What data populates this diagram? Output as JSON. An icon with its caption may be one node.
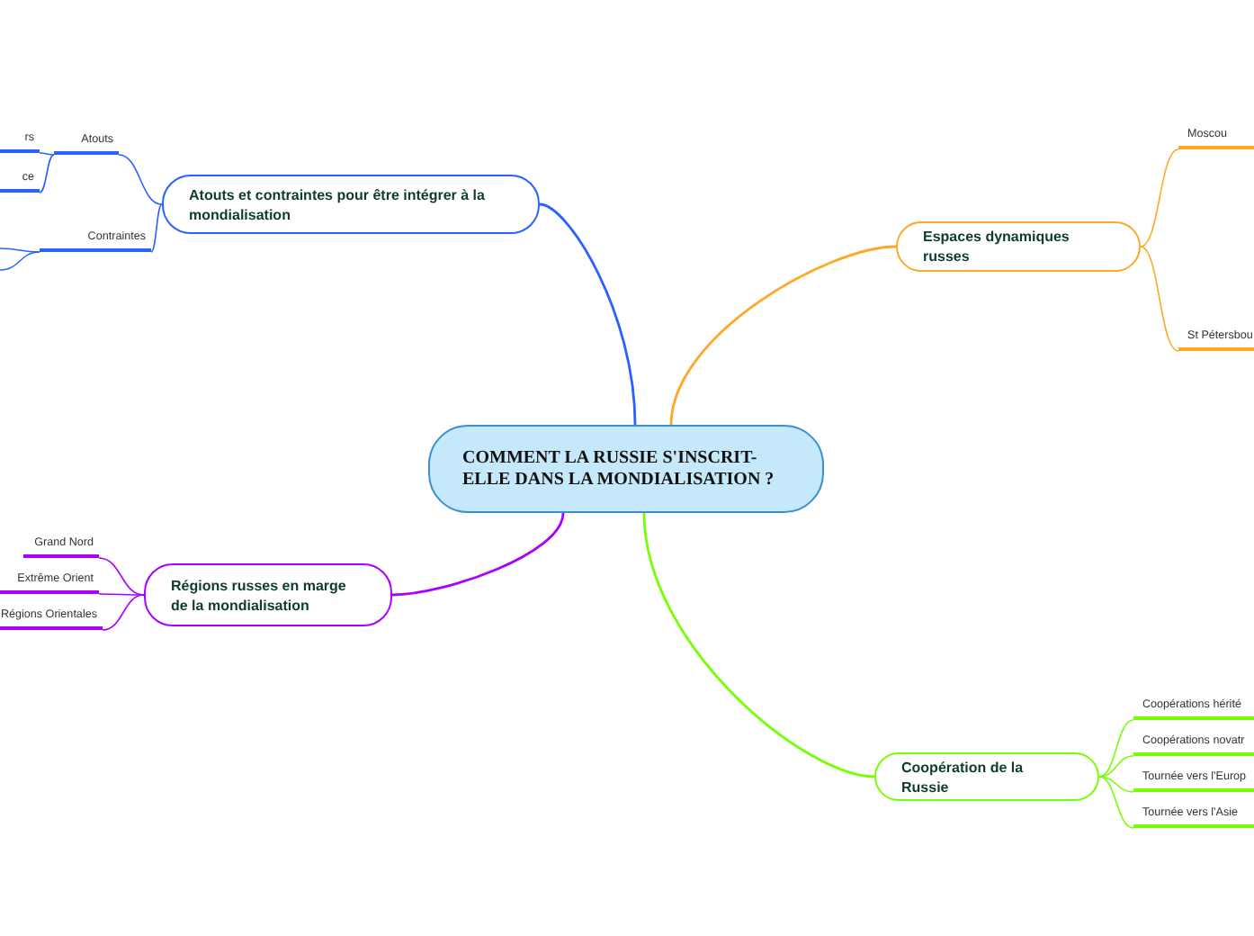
{
  "diagram": {
    "nodes": [
      {
        "text": [
          "COMMENT LA RUSSIE S'INSCRIT-ELLE DANS LA MONDIALISATION ?"
        ]
      },
      {
        "text": [
          "Atouts et contraintes pour être intégrer à la mondialisation"
        ]
      },
      {
        "text": [
          "Atouts"
        ]
      },
      {
        "text": [
          "rs"
        ]
      },
      {
        "text": [
          "ce"
        ]
      },
      {
        "text": [
          "Contraintes"
        ]
      },
      {
        "text": [
          "Espaces dynamiques russes"
        ]
      },
      {
        "text": [
          "Moscou"
        ]
      },
      {
        "text": [
          "St Pétersbou"
        ]
      },
      {
        "text": [
          "Régions russes en marge de la mondialisation"
        ]
      },
      {
        "text": [
          "Grand Nord"
        ]
      },
      {
        "text": [
          "Extrême Orient"
        ]
      },
      {
        "text": [
          "Régions Orientales"
        ]
      },
      {
        "text": [
          "Coopération de la Russie"
        ]
      },
      {
        "text": [
          "Coopérations hérité"
        ]
      },
      {
        "text": [
          "Coopérations novatr"
        ]
      },
      {
        "text": [
          "Tournée vers l'Europ"
        ]
      },
      {
        "text": [
          "Tournée vers l'Asie"
        ]
      }
    ],
    "edges": [
      {
        "from": 0,
        "to": 1,
        "arrow": "none",
        "color": "#2962ff"
      },
      {
        "from": 1,
        "to": 2,
        "arrow": "none",
        "color": "#2962ff"
      },
      {
        "from": 2,
        "to": 3,
        "arrow": "none",
        "color": "#2962ff"
      },
      {
        "from": 2,
        "to": 4,
        "arrow": "none",
        "color": "#2962ff"
      },
      {
        "from": 1,
        "to": 5,
        "arrow": "none",
        "color": "#2962ff"
      },
      {
        "from": 5,
        "to": null,
        "arrow": "none",
        "color": "#2962ff"
      },
      {
        "from": 5,
        "to": null,
        "arrow": "none",
        "color": "#2962ff"
      },
      {
        "from": 0,
        "to": 6,
        "arrow": "none",
        "color": "#ffa726"
      },
      {
        "from": 6,
        "to": 7,
        "arrow": "none",
        "color": "#ffa726"
      },
      {
        "from": 6,
        "to": 8,
        "arrow": "none",
        "color": "#ffa726"
      },
      {
        "from": 0,
        "to": 9,
        "arrow": "none",
        "color": "#aa00ff"
      },
      {
        "from": 9,
        "to": 10,
        "arrow": "none",
        "color": "#aa00ff"
      },
      {
        "from": 9,
        "to": 11,
        "arrow": "none",
        "color": "#aa00ff"
      },
      {
        "from": 9,
        "to": 12,
        "arrow": "none",
        "color": "#aa00ff"
      },
      {
        "from": 0,
        "to": 13,
        "arrow": "none",
        "color": "#76ff03"
      },
      {
        "from": 13,
        "to": 14,
        "arrow": "none",
        "color": "#76ff03"
      },
      {
        "from": 13,
        "to": 15,
        "arrow": "none",
        "color": "#76ff03"
      },
      {
        "from": 13,
        "to": 16,
        "arrow": "none",
        "color": "#76ff03"
      },
      {
        "from": 13,
        "to": 17,
        "arrow": "none",
        "color": "#76ff03"
      }
    ]
  }
}
